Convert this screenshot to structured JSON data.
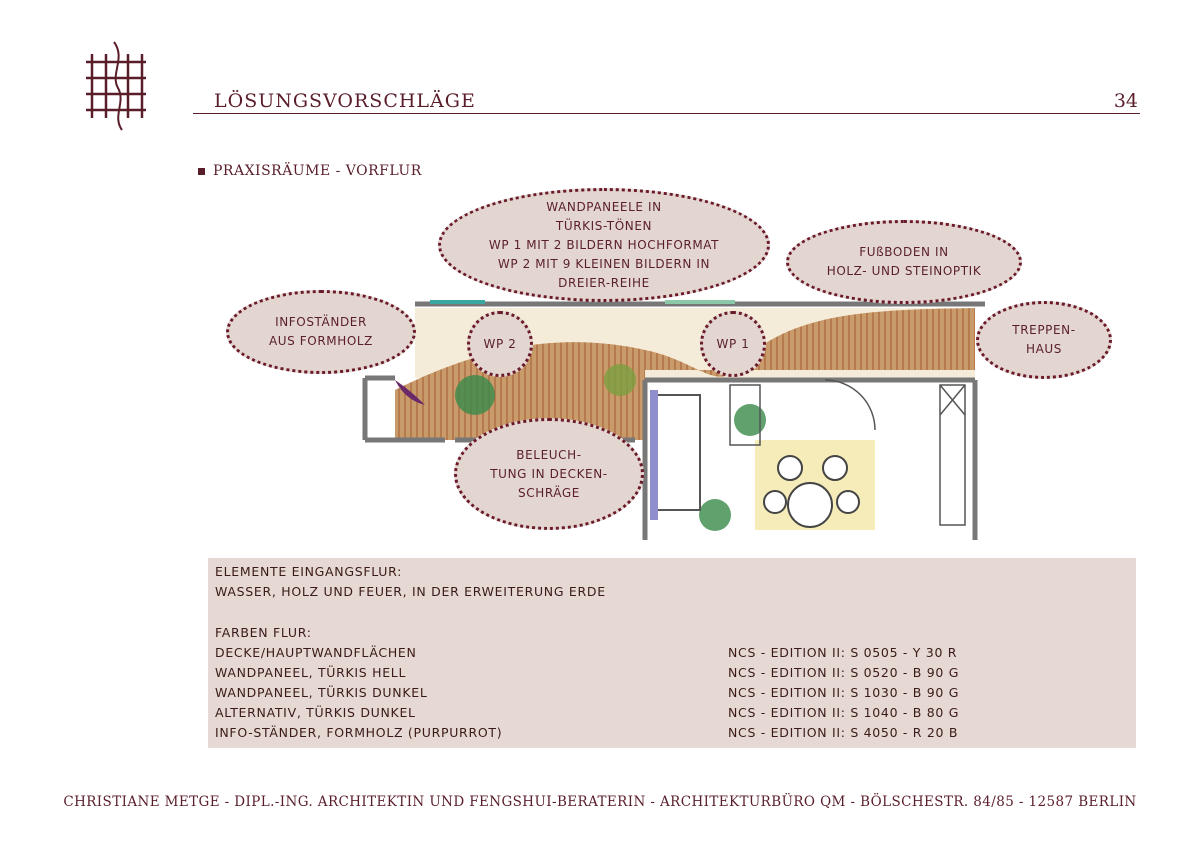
{
  "header": {
    "title": "LÖSUNGSVORSCHLÄGE",
    "page_number": "34"
  },
  "section": {
    "label": "PRAXISRÄUME - VORFLUR"
  },
  "bubbles": {
    "wandpaneele": "WANDPANEELE IN\nTÜRKIS-TÖNEN\nWP 1 MIT 2 BILDERN HOCHFORMAT\nWP 2 MIT 9 KLEINEN BILDERN IN\nDREIER-REIHE",
    "fussboden": "FUßBODEN IN\nHOLZ- UND STEINOPTIK",
    "infostaender": "INFOSTÄNDER\nAUS FORMHOLZ",
    "wp2": "WP 2",
    "wp1": "WP 1",
    "treppenhaus": "TREPPEN-\nHAUS",
    "beleuchtung": "BELEUCH-\nTUNG IN DECKEN-\nSCHRÄGE"
  },
  "info": {
    "elements_heading": "ELEMENTE EINGANGSFLUR:",
    "elements_text": "WASSER, HOLZ UND FEUER, IN DER ERWEITERUNG ERDE",
    "colors_heading": "FARBEN FLUR:",
    "colors": [
      {
        "label": "DECKE/HAUPTWANDFLÄCHEN",
        "code": "NCS - EDITION II: S 0505 - Y 30 R"
      },
      {
        "label": "WANDPANEEL, TÜRKIS HELL",
        "code": "NCS - EDITION II: S 0520 - B 90 G"
      },
      {
        "label": "WANDPANEEL, TÜRKIS DUNKEL",
        "code": "NCS - EDITION II: S 1030 - B 90 G"
      },
      {
        "label": "ALTERNATIV, TÜRKIS DUNKEL",
        "code": "NCS - EDITION II: S 1040 - B 80 G"
      },
      {
        "label": "INFO-STÄNDER, FORMHOLZ (PURPURROT)",
        "code": "NCS - EDITION II: S 4050 - R 20 B"
      }
    ]
  },
  "footer": {
    "text": "CHRISTIANE METGE - DIPL.-ING. ARCHITEKTIN UND FENGSHUI-BERATERIN - ARCHITEKTURBÜRO QM - BÖLSCHESTR. 84/85 - 12587 BERLIN"
  }
}
